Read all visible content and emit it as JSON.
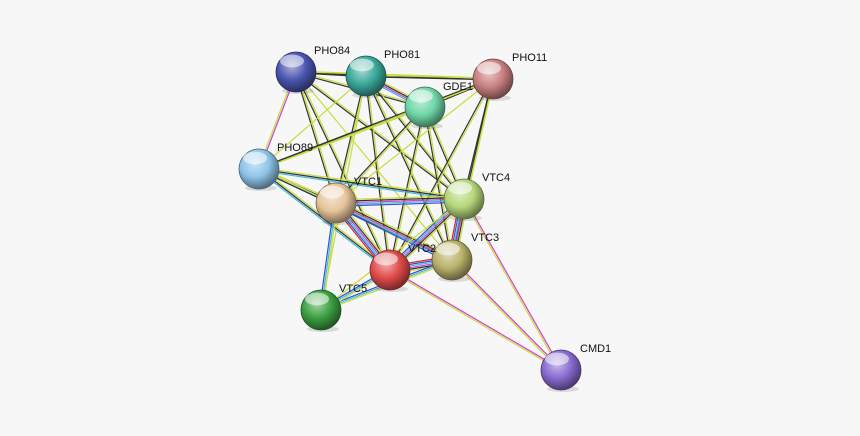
{
  "nodes": [
    {
      "id": "PHO84",
      "label": "PHO84",
      "color": "#4a55b0"
    },
    {
      "id": "PHO81",
      "label": "PHO81",
      "color": "#3aa89a"
    },
    {
      "id": "GDE1",
      "label": "GDE1",
      "color": "#6fd6a8"
    },
    {
      "id": "PHO11",
      "label": "PHO11",
      "color": "#c98080"
    },
    {
      "id": "PHO89",
      "label": "PHO89",
      "color": "#8ec4e8"
    },
    {
      "id": "VTC1",
      "label": "VTC1",
      "color": "#e6c49a"
    },
    {
      "id": "VTC4",
      "label": "VTC4",
      "color": "#b4d67a"
    },
    {
      "id": "VTC3",
      "label": "VTC3",
      "color": "#b8b26a"
    },
    {
      "id": "VTC2",
      "label": "VTC2",
      "color": "#e04a4a"
    },
    {
      "id": "VTC5",
      "label": "VTC5",
      "color": "#3aa040"
    },
    {
      "id": "CMD1",
      "label": "CMD1",
      "color": "#8a6ad0"
    }
  ],
  "edge_colors": {
    "yellowgreen": "#c8dc3c",
    "black": "#333333",
    "magenta": "#d040d0",
    "cyan": "#40b8e0",
    "blue": "#3050d0",
    "red": "#e02020",
    "green": "#40b040",
    "lavender": "#9090e0"
  },
  "edges": [
    {
      "a": "PHO84",
      "b": "PHO81",
      "types": [
        "yellowgreen",
        "black"
      ]
    },
    {
      "a": "PHO84",
      "b": "PHO11",
      "types": [
        "yellowgreen",
        "black"
      ]
    },
    {
      "a": "PHO84",
      "b": "GDE1",
      "types": [
        "yellowgreen",
        "black"
      ]
    },
    {
      "a": "PHO84",
      "b": "PHO89",
      "types": [
        "magenta",
        "yellowgreen"
      ]
    },
    {
      "a": "PHO84",
      "b": "VTC1",
      "types": [
        "yellowgreen",
        "black"
      ]
    },
    {
      "a": "PHO84",
      "b": "VTC4",
      "types": [
        "yellowgreen",
        "black"
      ]
    },
    {
      "a": "PHO84",
      "b": "VTC3",
      "types": [
        "yellowgreen"
      ]
    },
    {
      "a": "PHO84",
      "b": "VTC2",
      "types": [
        "yellowgreen",
        "black"
      ]
    },
    {
      "a": "PHO81",
      "b": "PHO11",
      "types": [
        "yellowgreen",
        "black"
      ]
    },
    {
      "a": "PHO81",
      "b": "GDE1",
      "types": [
        "yellowgreen",
        "black",
        "magenta",
        "cyan"
      ]
    },
    {
      "a": "PHO81",
      "b": "PHO89",
      "types": [
        "yellowgreen"
      ]
    },
    {
      "a": "PHO81",
      "b": "VTC1",
      "types": [
        "yellowgreen",
        "black"
      ]
    },
    {
      "a": "PHO81",
      "b": "VTC4",
      "types": [
        "yellowgreen",
        "black"
      ]
    },
    {
      "a": "PHO81",
      "b": "VTC3",
      "types": [
        "yellowgreen",
        "black"
      ]
    },
    {
      "a": "PHO81",
      "b": "VTC2",
      "types": [
        "yellowgreen",
        "black"
      ]
    },
    {
      "a": "PHO81",
      "b": "VTC5",
      "types": [
        "yellowgreen"
      ]
    },
    {
      "a": "GDE1",
      "b": "PHO11",
      "types": [
        "yellowgreen",
        "black"
      ]
    },
    {
      "a": "GDE1",
      "b": "PHO89",
      "types": [
        "yellowgreen",
        "black"
      ]
    },
    {
      "a": "GDE1",
      "b": "VTC1",
      "types": [
        "yellowgreen",
        "black"
      ]
    },
    {
      "a": "GDE1",
      "b": "VTC4",
      "types": [
        "yellowgreen",
        "black"
      ]
    },
    {
      "a": "GDE1",
      "b": "VTC3",
      "types": [
        "yellowgreen",
        "black"
      ]
    },
    {
      "a": "GDE1",
      "b": "VTC2",
      "types": [
        "yellowgreen",
        "black"
      ]
    },
    {
      "a": "PHO11",
      "b": "PHO89",
      "types": [
        "yellowgreen",
        "black"
      ]
    },
    {
      "a": "PHO11",
      "b": "VTC1",
      "types": [
        "yellowgreen"
      ]
    },
    {
      "a": "PHO11",
      "b": "VTC4",
      "types": [
        "yellowgreen",
        "black"
      ]
    },
    {
      "a": "PHO11",
      "b": "VTC3",
      "types": [
        "yellowgreen",
        "black"
      ]
    },
    {
      "a": "PHO11",
      "b": "VTC2",
      "types": [
        "yellowgreen",
        "black"
      ]
    },
    {
      "a": "PHO89",
      "b": "VTC1",
      "types": [
        "yellowgreen",
        "black",
        "cyan"
      ]
    },
    {
      "a": "PHO89",
      "b": "VTC4",
      "types": [
        "yellowgreen",
        "black",
        "cyan"
      ]
    },
    {
      "a": "PHO89",
      "b": "VTC3",
      "types": [
        "yellowgreen",
        "black"
      ]
    },
    {
      "a": "PHO89",
      "b": "VTC2",
      "types": [
        "yellowgreen",
        "black",
        "cyan"
      ]
    },
    {
      "a": "VTC1",
      "b": "VTC4",
      "types": [
        "yellowgreen",
        "black",
        "magenta",
        "cyan",
        "blue"
      ]
    },
    {
      "a": "VTC1",
      "b": "VTC3",
      "types": [
        "yellowgreen",
        "black",
        "magenta",
        "cyan",
        "blue"
      ]
    },
    {
      "a": "VTC1",
      "b": "VTC2",
      "types": [
        "yellowgreen",
        "black",
        "magenta",
        "cyan",
        "blue",
        "red"
      ]
    },
    {
      "a": "VTC1",
      "b": "VTC5",
      "types": [
        "yellowgreen",
        "cyan",
        "blue"
      ]
    },
    {
      "a": "VTC4",
      "b": "VTC3",
      "types": [
        "yellowgreen",
        "black",
        "magenta",
        "cyan",
        "blue",
        "red"
      ]
    },
    {
      "a": "VTC4",
      "b": "VTC2",
      "types": [
        "yellowgreen",
        "black",
        "magenta",
        "cyan",
        "blue"
      ]
    },
    {
      "a": "VTC4",
      "b": "VTC5",
      "types": [
        "yellowgreen"
      ]
    },
    {
      "a": "VTC4",
      "b": "CMD1",
      "types": [
        "magenta",
        "yellowgreen"
      ]
    },
    {
      "a": "VTC3",
      "b": "VTC2",
      "types": [
        "yellowgreen",
        "black",
        "magenta",
        "cyan",
        "blue",
        "red"
      ]
    },
    {
      "a": "VTC3",
      "b": "VTC5",
      "types": [
        "yellowgreen",
        "cyan",
        "blue"
      ]
    },
    {
      "a": "VTC3",
      "b": "CMD1",
      "types": [
        "magenta",
        "yellowgreen"
      ]
    },
    {
      "a": "VTC2",
      "b": "VTC5",
      "types": [
        "yellowgreen",
        "cyan",
        "blue"
      ]
    },
    {
      "a": "VTC2",
      "b": "CMD1",
      "types": [
        "magenta",
        "yellowgreen"
      ]
    }
  ]
}
